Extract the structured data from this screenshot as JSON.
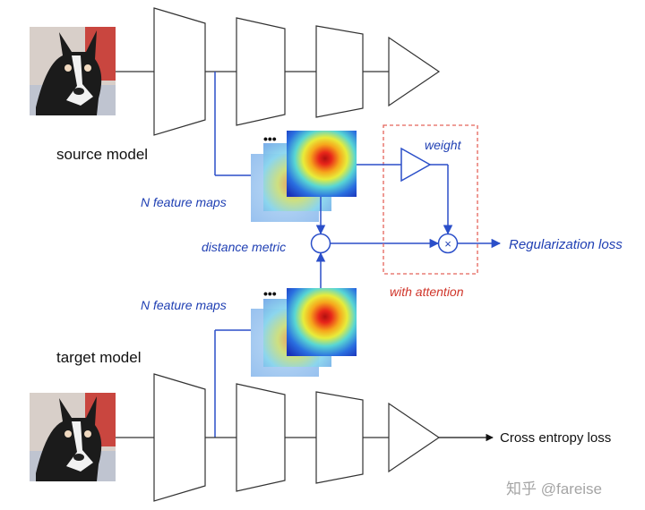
{
  "labels": {
    "source_model": "source model",
    "target_model": "target model",
    "n_feature_maps_top": "N feature maps",
    "n_feature_maps_bottom": "N feature maps",
    "distance_metric": "distance metric",
    "weight": "weight",
    "with_attention": "with attention",
    "regularization_loss": "Regularization loss",
    "cross_entropy_loss": "Cross entropy loss",
    "ellipsis": "•••",
    "multiply": "×",
    "watermark": "知乎 @fareise"
  },
  "colors": {
    "blue": "#2b4fc9",
    "red_dash": "#e4645a",
    "line": "#333333"
  },
  "icons": {
    "dog_photo": "boston-terrier-photo-icon",
    "heatmap": "attention-heatmap-icon"
  }
}
